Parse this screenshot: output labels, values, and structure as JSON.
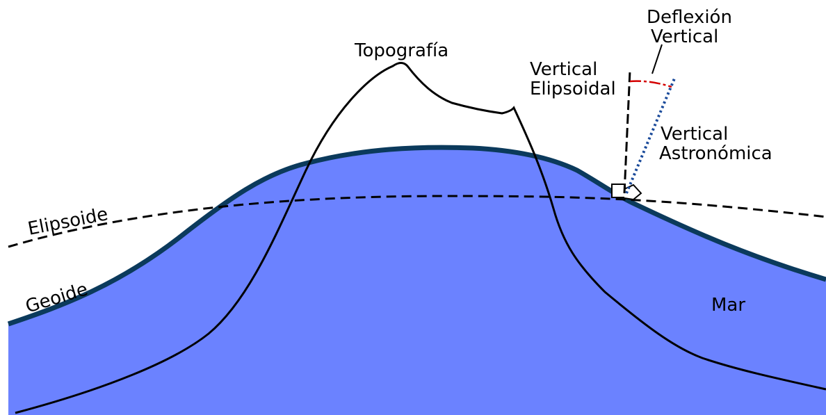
{
  "labels": {
    "topography": "Topografía",
    "ellipsoid": "Elipsoide",
    "geoid": "Geoide",
    "sea": "Mar",
    "ellipsoidal_vertical": [
      "Vertical",
      "Elipsoidal"
    ],
    "astronomic_vertical": [
      "Vertical",
      "Astronómica"
    ],
    "vertical_deflection": [
      "Deflexión",
      "Vertical"
    ]
  },
  "colors": {
    "sea_fill": "#6b82ff",
    "geoid_stroke": "#0b3a5c",
    "deflection_arc": "#d40000",
    "astronomic_line": "#1a4a9a",
    "line": "#000000"
  }
}
